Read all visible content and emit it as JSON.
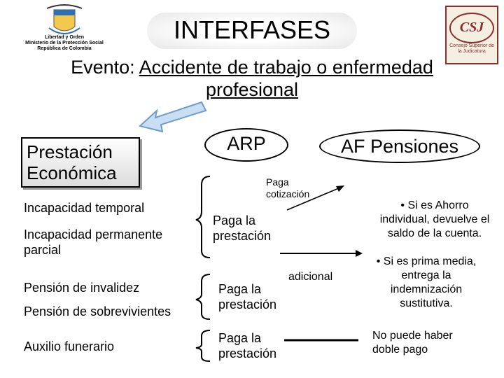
{
  "header": {
    "title": "INTERFASES",
    "subtitle_prefix": "Evento: ",
    "subtitle_underlined_1": "Accidente de trabajo o enfermedad",
    "subtitle_underlined_2": "profesional",
    "ministry_line_1": "Libertad y Orden",
    "ministry_line_2": "Ministerio de la Protección Social",
    "ministry_line_3": "República de Colombia",
    "csj_logo_text": "CSJ",
    "csj_logo_sub": "Consejo Superior de la Judicatura"
  },
  "diagram": {
    "prestacion_box": [
      "Prestación",
      "Económica"
    ],
    "arp_label": "ARP",
    "af_label": "AF Pensiones",
    "paga_cotizacion": [
      "Paga",
      "cotización"
    ],
    "items": {
      "incapacidad_temporal": "Incapacidad temporal",
      "incapacidad_permanente": [
        "Incapacidad permanente",
        "parcial"
      ],
      "pension_invalidez": "Pensión de invalidez",
      "pension_sobrevivientes": "Pensión de sobrevivientes",
      "auxilio_funerario": "Auxilio funerario"
    },
    "paga_prestacion_1": [
      "Paga la",
      "prestación"
    ],
    "paga_prestacion_2": [
      "Paga la",
      "prestación"
    ],
    "paga_prestacion_3": [
      "Paga la",
      "prestación"
    ],
    "adicional": "adicional",
    "ahorro_note": [
      "• Si es Ahorro",
      "individual, devuelve el",
      "saldo de la cuenta."
    ],
    "prima_note": [
      "• Si es prima media,",
      "entrega la",
      "indemnización",
      "sustitutiva."
    ],
    "doble_pago": [
      "No puede haber",
      "doble pago"
    ]
  },
  "colors": {
    "arrow_fill": "#c8dff3",
    "arrow_stroke": "#6f9cc8",
    "logo_accent": "#8b2e2e"
  }
}
